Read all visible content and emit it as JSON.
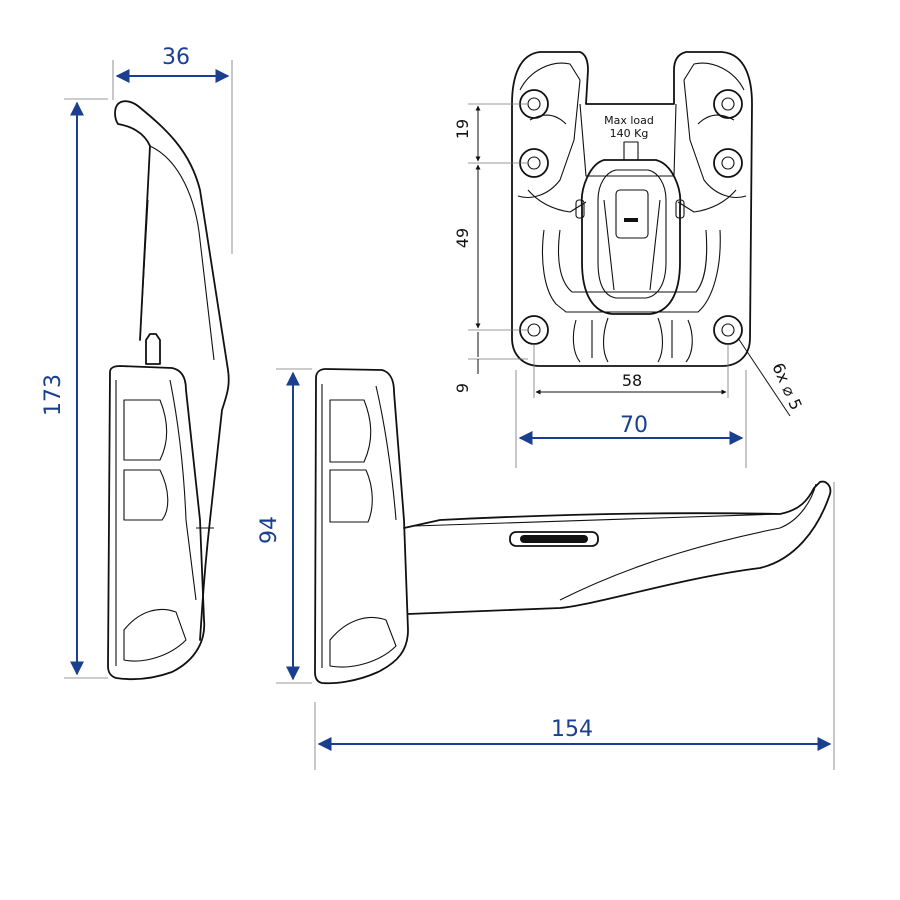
{
  "colors": {
    "dimension_blue": "#1a3f8f",
    "small_dimension_dark": "#111111",
    "outline": "#111111",
    "background": "#ffffff"
  },
  "dimensions": {
    "side_width": "36",
    "side_height": "173",
    "front_height": "94",
    "total_length": "154",
    "plate_width": "70",
    "hole_spacing_horizontal": "58",
    "top_offset": "19",
    "mid_spacing": "49",
    "bottom_offset": "9",
    "hole_callout": "6x ⌀ 5"
  },
  "labels": {
    "max_load_line1": "Max load",
    "max_load_line2": "140 Kg"
  }
}
